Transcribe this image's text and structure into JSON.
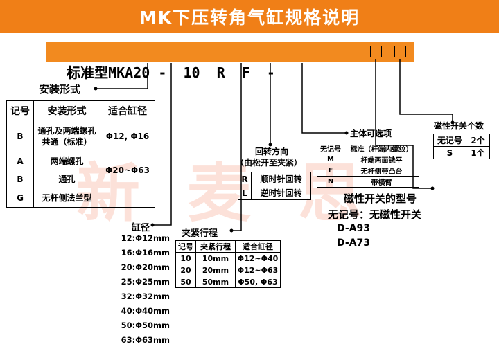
{
  "title": "MK下压转角气缸规格说明",
  "code": {
    "prefix": "标准型",
    "model": "MKA20 -  10  R  F  -"
  },
  "mount": {
    "title": "安装形式",
    "headers": [
      "记号",
      "安装形式",
      "适合缸径"
    ],
    "rows": [
      {
        "code": "B",
        "desc": "通孔及两端螺孔共通（标准）",
        "bore": "Φ12, Φ16"
      },
      {
        "code": "A",
        "desc": "两端螺孔",
        "bore": "Φ20~Φ63"
      },
      {
        "code": "B",
        "desc": "通孔",
        "bore": ""
      },
      {
        "code": "G",
        "desc": "无杆侧法兰型",
        "bore": ""
      }
    ]
  },
  "bore": {
    "title": "缸径",
    "items": [
      "12:Φ12mm",
      "16:Φ16mm",
      "20:Φ20mm",
      "25:Φ25mm",
      "32:Φ32mm",
      "40:Φ40mm",
      "50:Φ50mm",
      "63:Φ63mm"
    ]
  },
  "stroke": {
    "title": "夹紧行程",
    "headers": [
      "记号",
      "夹紧行程",
      "适合缸径"
    ],
    "rows": [
      {
        "code": "10",
        "stroke": "10mm",
        "bore": "Φ12~Φ40"
      },
      {
        "code": "20",
        "stroke": "20mm",
        "bore": "Φ12~Φ63"
      },
      {
        "code": "50",
        "stroke": "50mm",
        "bore": "Φ50, Φ63"
      }
    ]
  },
  "rotation": {
    "title_line1": "回转方向",
    "title_line2": "（由松开至夹紧）",
    "rows": [
      {
        "code": "R",
        "desc": "顺时针回转"
      },
      {
        "code": "L",
        "desc": "逆时针回转"
      }
    ]
  },
  "body_options": {
    "title": "主体可选项",
    "headers": [
      "无记号",
      "标准（杆端内螺纹）"
    ],
    "rows": [
      {
        "code": "M",
        "desc": "杆端两面铣平"
      },
      {
        "code": "F",
        "desc": "无杆侧带凸台"
      },
      {
        "code": "N",
        "desc": "带横臂"
      }
    ]
  },
  "switch_count": {
    "title": "磁性开关个数",
    "rows": [
      {
        "code": "无记号",
        "count": "2个"
      },
      {
        "code": "S",
        "count": "1个"
      }
    ]
  },
  "switch_model": {
    "title": "磁性开关的型号",
    "line1": "无记号：无磁性开关",
    "line2": "D-A93",
    "line3": "D-A73"
  },
  "watermark": "新 麦 思",
  "colors": {
    "accent": "#f07f17",
    "code_bar": "#f28a1f",
    "watermark": "#f07850"
  }
}
